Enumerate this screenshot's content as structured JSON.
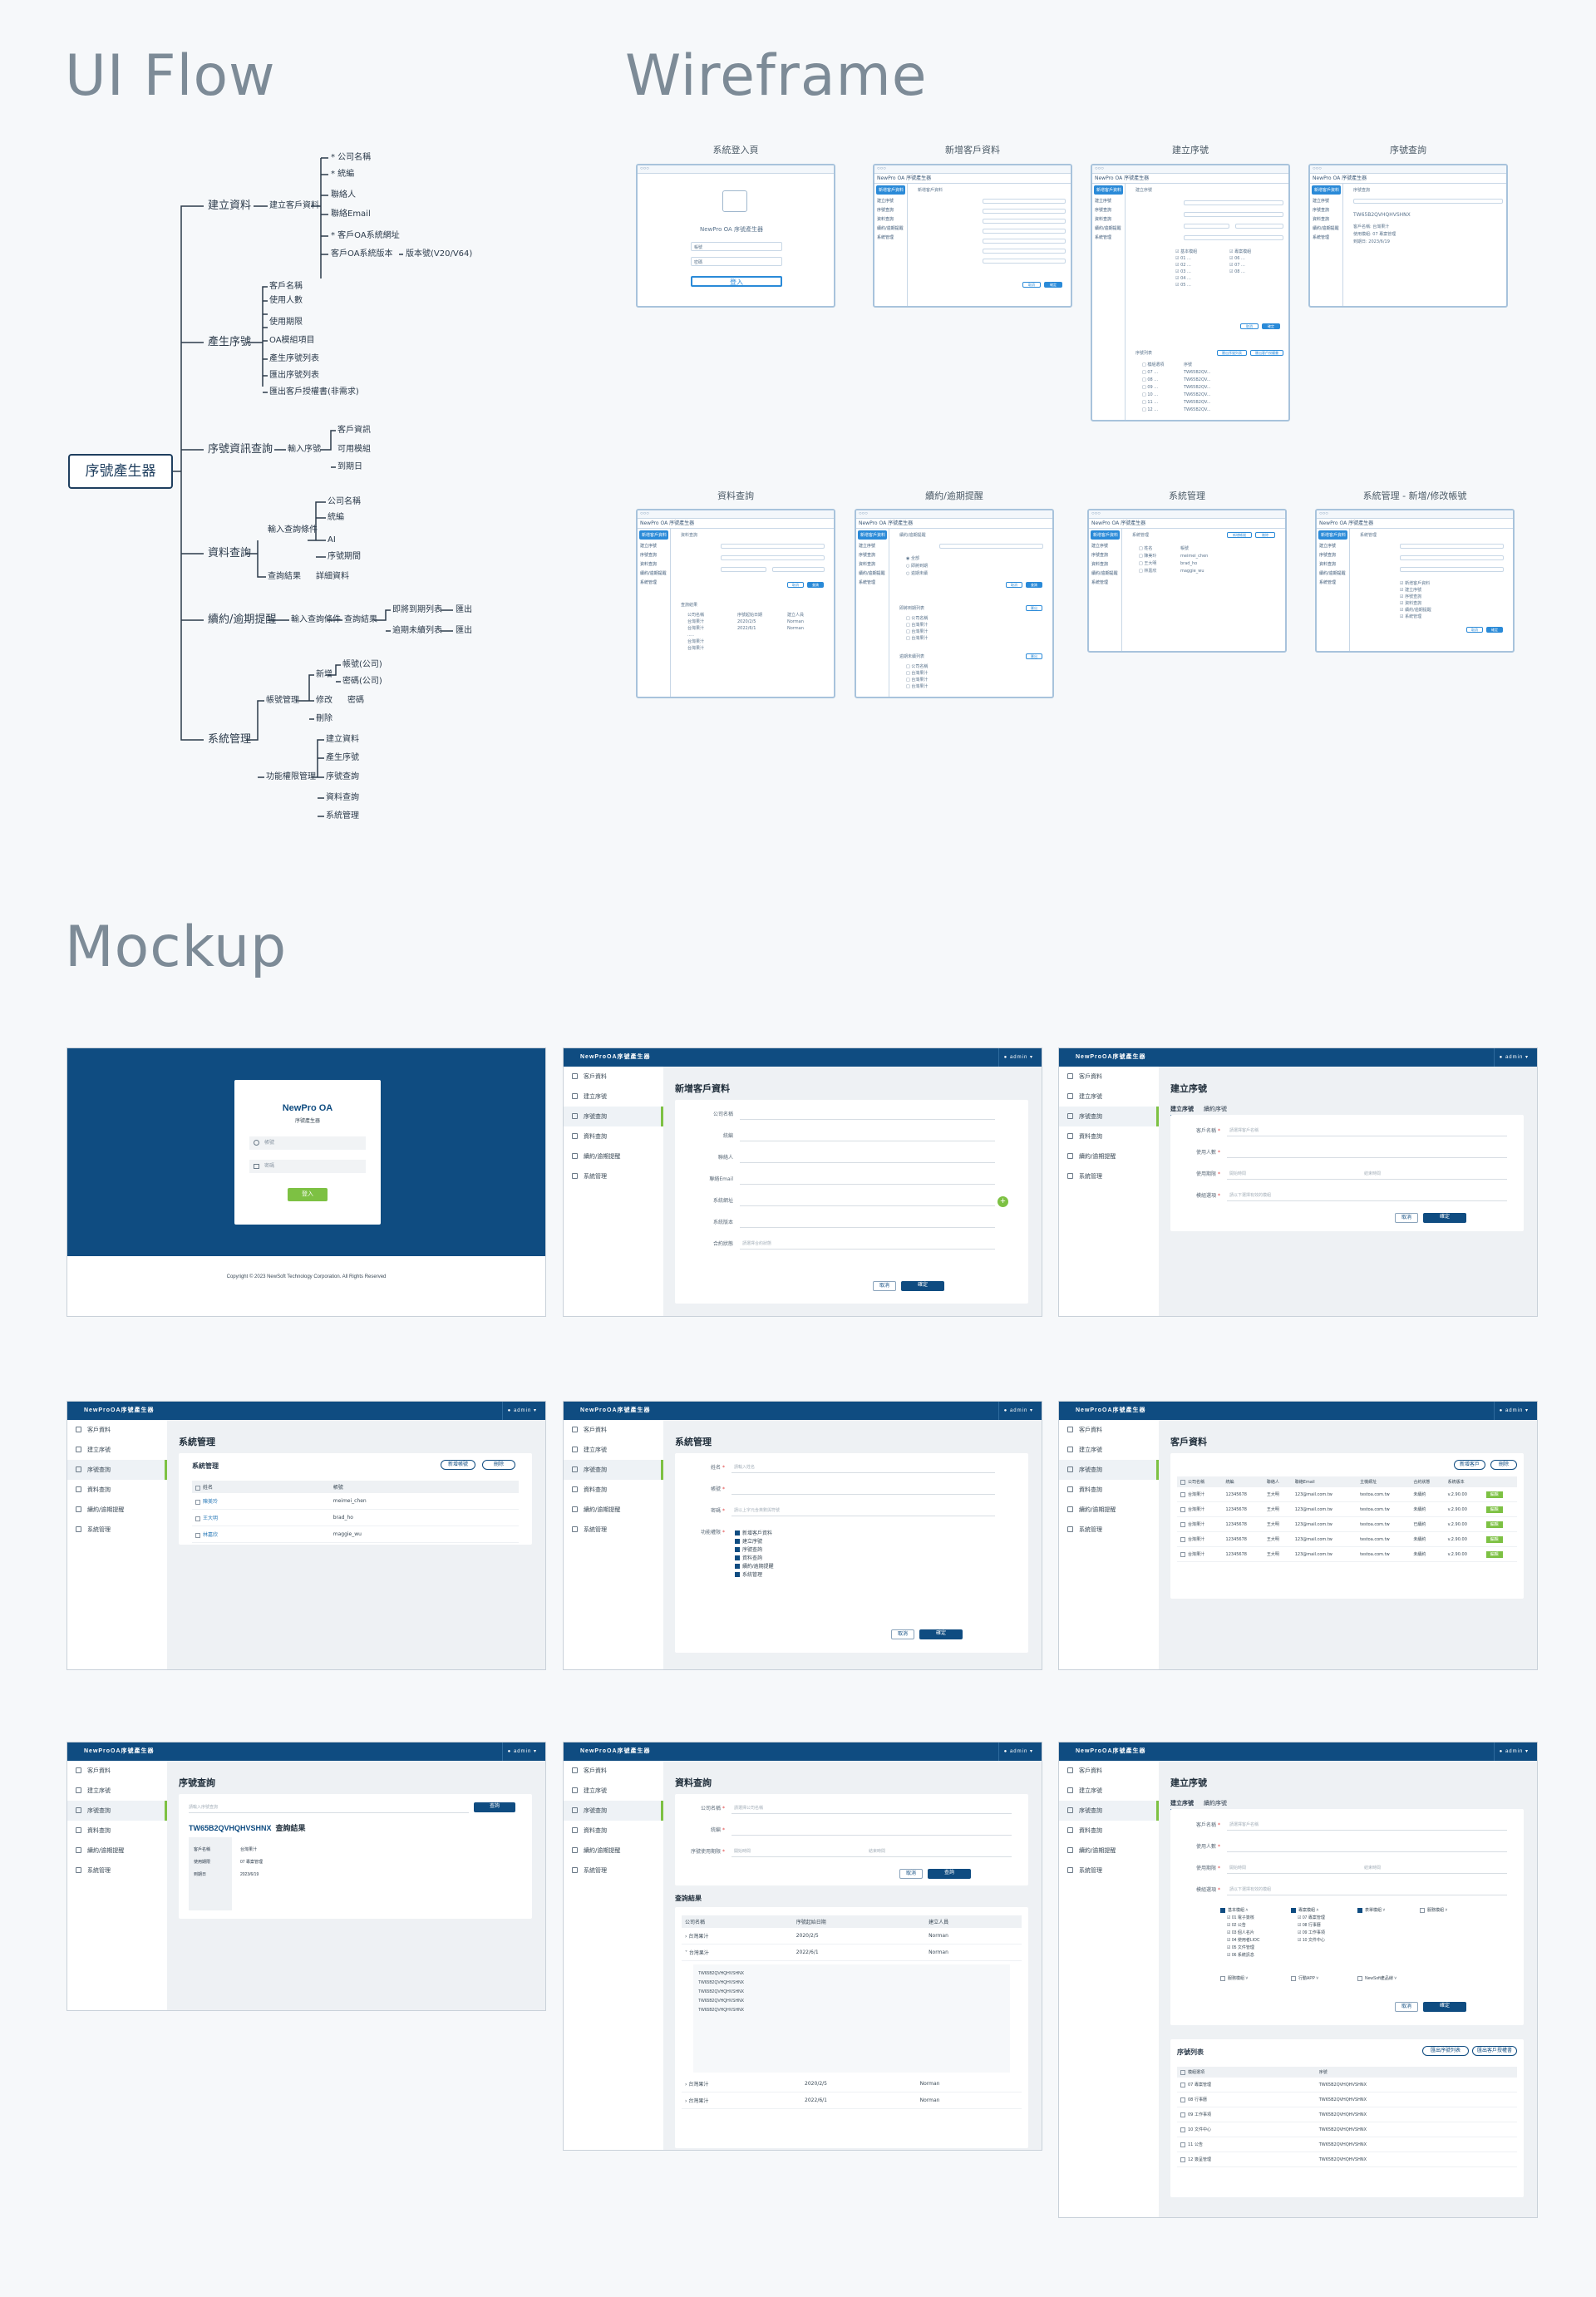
{
  "headings": {
    "flow": "UI Flow",
    "wireframe": "Wireframe",
    "mockup": "Mockup"
  },
  "flow": {
    "root": "序號產生器",
    "branches": [
      {
        "label": "建立資料",
        "children": [
          "建立客戶資料"
        ],
        "leaves": [
          "* 公司名稱",
          "* 統編",
          "聯絡人",
          "聯絡Email",
          "* 客戶OA系統網址",
          "客戶OA系統版本",
          "版本號(V20/V64)"
        ]
      },
      {
        "label": "產生序號",
        "leaves": [
          "客戶名稱",
          "使用人數",
          "使用期限",
          "OA模組項目",
          "產生序號列表",
          "匯出序號列表",
          "匯出客戶授權書(非需求)"
        ]
      },
      {
        "label": "序號資訊查詢",
        "children": [
          "輸入序號"
        ],
        "leaves": [
          "客戶資訊",
          "可用模組",
          "到期日"
        ]
      },
      {
        "label": "資料查詢",
        "children": [
          "輸入查詢條件",
          "查詢結果",
          "詳細資料"
        ],
        "leaves": [
          "公司名稱",
          "統編",
          "AI",
          "序號期間"
        ]
      },
      {
        "label": "續約/逾期提醒",
        "children": [
          "輸入查詢條件",
          "查詢結果",
          "即將到期列表",
          "逾期未續列表",
          "匯出",
          "匯出"
        ]
      },
      {
        "label": "系統管理",
        "children": [
          "帳號管理",
          "功能權限管理",
          "新增",
          "修改",
          "刪除"
        ],
        "leaves": [
          "帳號(公司)",
          "密碼(公司)",
          "密碼",
          "建立資料",
          "產生序號",
          "序號查詢",
          "資料查詢",
          "續約/逾期提醒",
          "系統管理"
        ]
      }
    ]
  },
  "wireframes": {
    "labels": [
      "系統登入頁",
      "新增客戶資料",
      "建立序號",
      "序號查詢",
      "資料查詢",
      "續約/逾期提醒",
      "系統管理",
      "系統管理 - 新增/修改帳號"
    ],
    "app_title": "NewPro OA 序號產生器",
    "login_title": "NewPro OA 序號產生器",
    "login_user": "帳號",
    "login_pass": "密碼",
    "login_btn": "登入",
    "serial_sample": "TW65B2QVHQHVSHNX"
  },
  "mockups": {
    "brand": "NewProOA序號產生器",
    "user": "admin",
    "nav": [
      "客戶資料",
      "建立序號",
      "序號查詢",
      "資料查詢",
      "續約/逾期提醒",
      "系統管理"
    ],
    "login": {
      "title": "NewPro OA",
      "subtitle": "序號產生器",
      "user_ph": "帳號",
      "pass_ph": "密碼",
      "btn": "登入",
      "copyright": "Copyright © 2023 NewSoft Technology Corporation. All Rights Reserved"
    },
    "new_customer": {
      "title": "新增客戶資料",
      "fields": [
        "公司名稱",
        "統編",
        "聯絡人",
        "聯絡Email",
        "系統網址",
        "系統版本",
        "合約狀態"
      ],
      "status_ph": "請選擇合約狀態",
      "cancel": "取消",
      "ok": "確定"
    },
    "create_serial": {
      "title": "建立序號",
      "tabs": [
        "建立序號",
        "續約序號"
      ],
      "fields": [
        "客戶名稱",
        "使用人數",
        "使用期限",
        "模組選項"
      ],
      "customer_ph": "請選擇客戶名稱",
      "start_ph": "開始時間",
      "end_ph": "結束時間",
      "module_ph": "請以下選擇有效的模組",
      "cancel": "取消",
      "ok": "確定"
    },
    "sys_admin": {
      "title": "系統管理",
      "sub": "系統管理",
      "btn_edit": "新增帳號",
      "btn_del": "刪除",
      "cols": [
        "姓名",
        "帳號"
      ],
      "rows": [
        [
          "陳美玲",
          "meimei_chen"
        ],
        [
          "王大明",
          "brad_ho"
        ],
        [
          "林嘉欣",
          "maggie_wu"
        ]
      ]
    },
    "sys_edit": {
      "title": "系統管理",
      "fields": [
        "姓名",
        "帳號",
        "密碼",
        "功能權限"
      ],
      "name_ph": "請輸入姓名",
      "pass_ph": "請以上字元含英數與符號",
      "perms": [
        "新增客戶資料",
        "建立序號",
        "序號查詢",
        "資料查詢",
        "續約/逾期提醒",
        "系統管理"
      ],
      "cancel": "取消",
      "ok": "確定"
    },
    "customers": {
      "title": "客戶資料",
      "btn_add": "新增客戶",
      "btn_del": "刪除",
      "cols": [
        "公司名稱",
        "統編",
        "聯絡人",
        "聯絡Email",
        "主機網址",
        "合約狀態",
        "系統版本"
      ],
      "rows": [
        [
          "台灣果汁",
          "12345678",
          "王大明",
          "123@mail.com.tw",
          "testoa.com.tw",
          "未續約",
          "v.2.90.00"
        ],
        [
          "台灣果汁",
          "12345678",
          "王大明",
          "123@mail.com.tw",
          "testoa.com.tw",
          "未續約",
          "v.2.90.00"
        ],
        [
          "台灣果汁",
          "12345678",
          "王大明",
          "123@mail.com.tw",
          "testoa.com.tw",
          "已續約",
          "v.2.90.00"
        ],
        [
          "台灣果汁",
          "12345678",
          "王大明",
          "123@mail.com.tw",
          "testoa.com.tw",
          "未續約",
          "v.2.90.00"
        ],
        [
          "台灣果汁",
          "12345678",
          "王大明",
          "123@mail.com.tw",
          "testoa.com.tw",
          "未續約",
          "v.2.90.00"
        ]
      ],
      "row_btn": "編輯"
    },
    "serial_query": {
      "title": "序號查詢",
      "input_ph": "請輸入序號查詢",
      "btn": "查詢",
      "serial": "TW65B2QVHQHVSHNX",
      "result_label": "查詢結果",
      "keys": [
        "客戶名稱",
        "使用期限",
        "到期日"
      ],
      "vals": [
        "台灣果汁",
        "07 專案管理",
        "2023/6/19"
      ]
    },
    "data_query": {
      "title": "資料查詢",
      "fields": [
        "公司名稱",
        "統編",
        "序號使用期限"
      ],
      "company_ph": "請選擇公司名稱",
      "start_ph": "開始時間",
      "end_ph": "結束時間",
      "cancel": "取消",
      "ok": "查詢",
      "result_title": "查詢結果",
      "cols": [
        "公司名稱",
        "序號起始日期",
        "建立人員"
      ],
      "rows": [
        [
          "台灣果汁",
          "2020/2/5",
          "Norman"
        ],
        [
          "台灣果汁",
          "2022/6/1",
          "Norman"
        ],
        [
          "台灣果汁",
          "2020/2/5",
          "Norman"
        ],
        [
          "台灣果汁",
          "2022/6/1",
          "Norman"
        ]
      ],
      "detail_serials": [
        "TW65B2QVHQHVSHNX",
        "TW65B2QVHQHVSHNX",
        "TW65B2QVHQHVSHNX",
        "TW65B2QVHQHVSHNX",
        "TW65B2QVHQHVSHNX"
      ]
    },
    "serial_list": {
      "title": "建立序號",
      "list_title": "序號列表",
      "btn1": "匯出序號列表",
      "btn2": "匯出客戶授權書",
      "cols": [
        "模組選項",
        "序號"
      ],
      "rows": [
        [
          "07 專案管理",
          "TW65B2QVHQHVSHNX"
        ],
        [
          "08 行事曆",
          "TW65B2QVHQHVSHNX"
        ],
        [
          "09 工作事項",
          "TW65B2QVHQHVSHNX"
        ],
        [
          "10 文件中心",
          "TW65B2QVHQHVSHNX"
        ],
        [
          "11 公告",
          "TW65B2QVHQHVSHNX"
        ],
        [
          "12 簽呈管理",
          "TW65B2QVHQHVSHNX"
        ]
      ],
      "modules": [
        "基本模組",
        "專案模組",
        "表單模組",
        "服務模組",
        "行動APP",
        "NewSoft產品線"
      ],
      "cancel": "取消",
      "ok": "確定"
    }
  }
}
